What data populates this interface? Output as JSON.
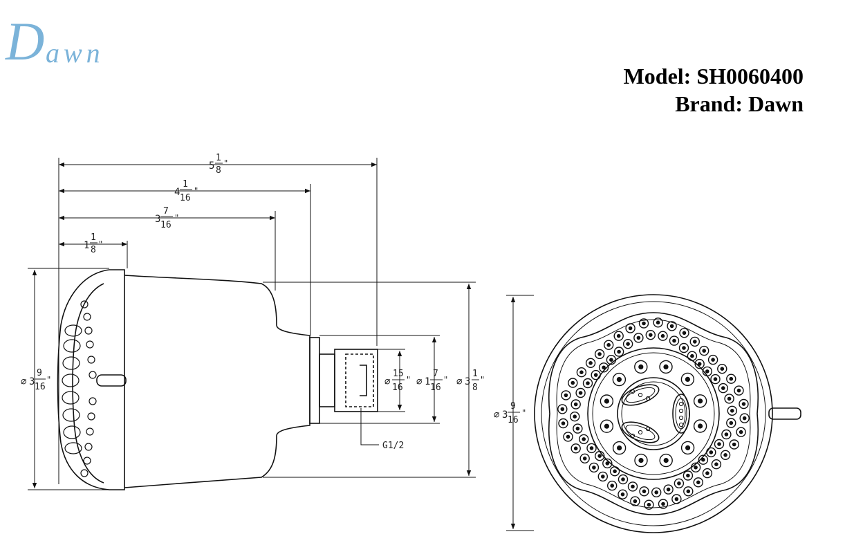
{
  "logo": {
    "brand_mark": "Dawn"
  },
  "header": {
    "model_label": "Model:",
    "model_value": "SH0060400",
    "brand_label": "Brand:",
    "brand_value": "Dawn"
  },
  "dimensions": {
    "overall_length": {
      "whole": "5",
      "num": "1",
      "den": "8",
      "unit": "\""
    },
    "to_connector": {
      "whole": "4",
      "num": "1",
      "den": "16",
      "unit": "\""
    },
    "to_neck": {
      "whole": "3",
      "num": "7",
      "den": "16",
      "unit": "\""
    },
    "face_depth": {
      "whole": "1",
      "num": "1",
      "den": "8",
      "unit": "\""
    },
    "face_diameter": {
      "prefix": "⌀",
      "whole": "3",
      "num": "9",
      "den": "16",
      "unit": "\""
    },
    "connector_inner": {
      "prefix": "⌀",
      "whole": "",
      "num": "15",
      "den": "16",
      "unit": "\""
    },
    "connector_outer": {
      "prefix": "⌀",
      "whole": "1",
      "num": "7",
      "den": "16",
      "unit": "\""
    },
    "body_height": {
      "prefix": "⌀",
      "whole": "3",
      "num": "1",
      "den": "8",
      "unit": "\""
    },
    "front_diameter": {
      "prefix": "⌀",
      "whole": "3",
      "num": "9",
      "den": "16",
      "unit": "\""
    },
    "thread_callout": "G1/2"
  }
}
